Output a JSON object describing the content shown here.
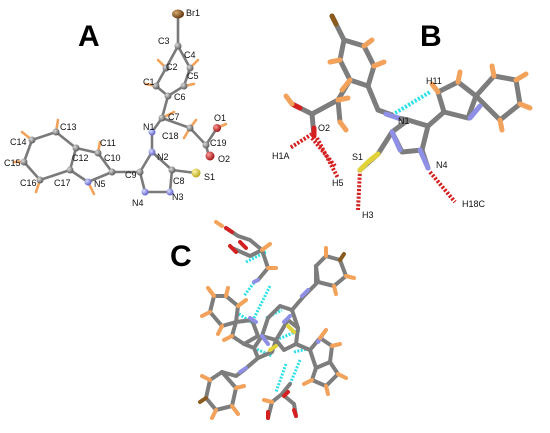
{
  "panels": {
    "a": "A",
    "b": "B",
    "c": "C"
  },
  "panel_a_atoms": {
    "br1": "Br1",
    "c3": "C3",
    "c4": "C4",
    "c2": "C2",
    "c5": "C5",
    "c1": "C1",
    "c6": "C6",
    "c7": "C7",
    "n1": "N1",
    "c18": "C18",
    "o1": "O1",
    "c19": "C19",
    "o2": "O2",
    "n2": "N2",
    "c13": "C13",
    "c11": "C11",
    "c14": "C14",
    "c12": "C12",
    "c10": "C10",
    "c15": "C15",
    "c9": "C9",
    "c8": "C8",
    "s1": "S1",
    "c16": "C16",
    "c17": "C17",
    "n5": "N5",
    "n4": "N4",
    "n3": "N3"
  },
  "panel_b_atoms": {
    "h11": "H11",
    "n1": "N1",
    "o2": "O2",
    "h1a": "H1A",
    "s1": "S1",
    "n4": "N4",
    "h5": "H5",
    "h3": "H3",
    "h18c": "H18C"
  },
  "colors": {
    "carbon": "#7d7d7d",
    "nitrogen": "#8f8fe6",
    "oxygen": "#d42020",
    "sulfur": "#e2d23a",
    "bromine": "#8a5a1e",
    "hydrogen": "#f2a25a",
    "hbond_cyan": "#2ee0e8",
    "hbond_red": "#d42020"
  }
}
